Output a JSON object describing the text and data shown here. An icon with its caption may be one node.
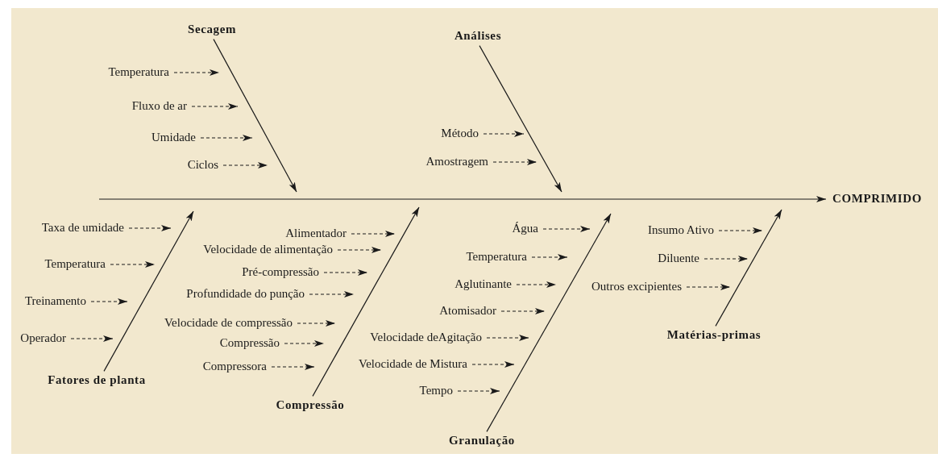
{
  "diagram": {
    "nodes": [
      {
        "text": [
          "Secagem"
        ]
      },
      {
        "text": [
          "Temperatura"
        ]
      },
      {
        "text": [
          "Fluxo de ar"
        ]
      },
      {
        "text": [
          "Umidade"
        ]
      },
      {
        "text": [
          "Ciclos"
        ]
      },
      {
        "text": [
          "Análises"
        ]
      },
      {
        "text": [
          "Método"
        ]
      },
      {
        "text": [
          "Amostragem"
        ]
      },
      {
        "text": [
          "COMPRIMIDO"
        ]
      },
      {
        "text": [
          "Fatores de planta"
        ]
      },
      {
        "text": [
          "Taxa de umidade"
        ]
      },
      {
        "text": [
          "Temperatura"
        ]
      },
      {
        "text": [
          "Treinamento"
        ]
      },
      {
        "text": [
          "Operador"
        ]
      },
      {
        "text": [
          "Compressão"
        ]
      },
      {
        "text": [
          "Alimentador"
        ]
      },
      {
        "text": [
          "Velocidade de alimentação"
        ]
      },
      {
        "text": [
          "Pré-compressão"
        ]
      },
      {
        "text": [
          "Profundidade do punção"
        ]
      },
      {
        "text": [
          "Velocidade de compressão"
        ]
      },
      {
        "text": [
          "Compressão"
        ]
      },
      {
        "text": [
          "Compressora"
        ]
      },
      {
        "text": [
          "Granulação"
        ]
      },
      {
        "text": [
          "Água"
        ]
      },
      {
        "text": [
          "Temperatura"
        ]
      },
      {
        "text": [
          "Aglutinante"
        ]
      },
      {
        "text": [
          "Atomisador"
        ]
      },
      {
        "text": [
          "Velocidade deAgitação"
        ]
      },
      {
        "text": [
          "Velocidade de Mistura"
        ]
      },
      {
        "text": [
          "Tempo"
        ]
      },
      {
        "text": [
          "Matérias-primas"
        ]
      },
      {
        "text": [
          "Insumo Ativo"
        ]
      },
      {
        "text": [
          "Diluente"
        ]
      },
      {
        "text": [
          "Outros excipientes"
        ]
      }
    ],
    "edges": [
      {
        "from": null,
        "to": 8,
        "arrow": "to"
      },
      {
        "from": 0,
        "to": null,
        "arrow": "to"
      },
      {
        "from": 5,
        "to": null,
        "arrow": "to"
      },
      {
        "from": 9,
        "to": null,
        "arrow": "to"
      },
      {
        "from": 14,
        "to": null,
        "arrow": "to"
      },
      {
        "from": 22,
        "to": null,
        "arrow": "to"
      },
      {
        "from": 30,
        "to": null,
        "arrow": "to"
      },
      {
        "from": 1,
        "to": null,
        "arrow": "to",
        "style": "dashed"
      },
      {
        "from": 2,
        "to": null,
        "arrow": "to",
        "style": "dashed"
      },
      {
        "from": 3,
        "to": null,
        "arrow": "to",
        "style": "dashed"
      },
      {
        "from": 4,
        "to": null,
        "arrow": "to",
        "style": "dashed"
      },
      {
        "from": 6,
        "to": null,
        "arrow": "to",
        "style": "dashed"
      },
      {
        "from": 7,
        "to": null,
        "arrow": "to",
        "style": "dashed"
      },
      {
        "from": 10,
        "to": null,
        "arrow": "to",
        "style": "dashed"
      },
      {
        "from": 11,
        "to": null,
        "arrow": "to",
        "style": "dashed"
      },
      {
        "from": 12,
        "to": null,
        "arrow": "to",
        "style": "dashed"
      },
      {
        "from": 13,
        "to": null,
        "arrow": "to",
        "style": "dashed"
      },
      {
        "from": 15,
        "to": null,
        "arrow": "to",
        "style": "dashed"
      },
      {
        "from": 16,
        "to": null,
        "arrow": "to",
        "style": "dashed"
      },
      {
        "from": 17,
        "to": null,
        "arrow": "to",
        "style": "dashed"
      },
      {
        "from": 18,
        "to": null,
        "arrow": "to",
        "style": "dashed"
      },
      {
        "from": 19,
        "to": null,
        "arrow": "to",
        "style": "dashed"
      },
      {
        "from": 20,
        "to": null,
        "arrow": "to",
        "style": "dashed"
      },
      {
        "from": 21,
        "to": null,
        "arrow": "to",
        "style": "dashed"
      },
      {
        "from": 23,
        "to": null,
        "arrow": "to",
        "style": "dashed"
      },
      {
        "from": 24,
        "to": null,
        "arrow": "to",
        "style": "dashed"
      },
      {
        "from": 25,
        "to": null,
        "arrow": "to",
        "style": "dashed"
      },
      {
        "from": 26,
        "to": null,
        "arrow": "to",
        "style": "dashed"
      },
      {
        "from": 27,
        "to": null,
        "arrow": "to",
        "style": "dashed"
      },
      {
        "from": 28,
        "to": null,
        "arrow": "to",
        "style": "dashed"
      },
      {
        "from": 29,
        "to": null,
        "arrow": "to",
        "style": "dashed"
      },
      {
        "from": 31,
        "to": null,
        "arrow": "to",
        "style": "dashed"
      },
      {
        "from": 32,
        "to": null,
        "arrow": "to",
        "style": "dashed"
      },
      {
        "from": 33,
        "to": null,
        "arrow": "to",
        "style": "dashed"
      }
    ]
  }
}
